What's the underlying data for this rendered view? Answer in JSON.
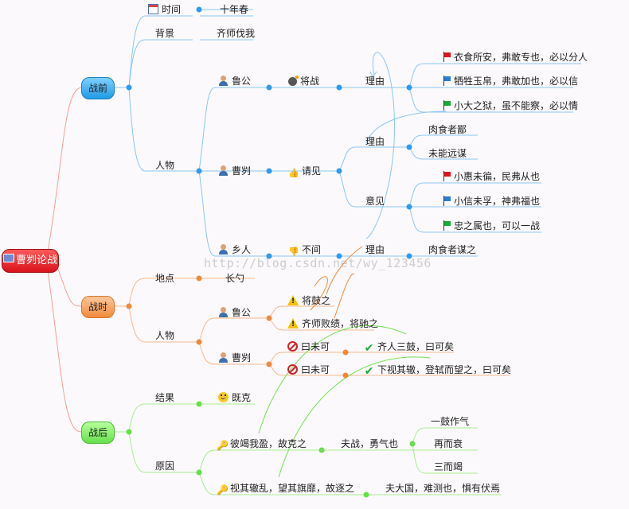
{
  "root": "曹刿论战",
  "branches": {
    "before": "战前",
    "during": "战时",
    "after": "战后"
  },
  "before": {
    "time_label": "时间",
    "time_value": "十年春",
    "background_label": "背景",
    "background_value": "齐师伐我",
    "people_label": "人物",
    "lugong": "鲁公",
    "lugong_action": "将战",
    "reason": "理由",
    "reason_items": [
      "衣食所安，弗敢专也，必以分人",
      "牺牲玉帛，弗敢加也，必以信",
      "小大之狱，虽不能察，必以情"
    ],
    "caogui": "曹刿",
    "caogui_action": "请见",
    "caogui_reason_items": [
      "肉食者鄙",
      "未能远谋"
    ],
    "opinion": "意见",
    "opinion_items": [
      "小惠未徧，民弗从也",
      "小信未孚，神弗福也",
      "忠之属也，可以一战"
    ],
    "villager": "乡人",
    "villager_action": "不间",
    "villager_reason_item": "肉食者谋之"
  },
  "during": {
    "place_label": "地点",
    "place_value": "长勺",
    "people_label": "人物",
    "lugong": "鲁公",
    "lugong_items": [
      "将鼓之",
      "齐师败绩，将驰之"
    ],
    "caogui": "曹刿",
    "caogui_items": [
      "曰未可",
      "曰未可"
    ],
    "caogui_results": [
      "齐人三鼓，曰可矣",
      "下视其辙，登轼而望之，曰可矣"
    ]
  },
  "after": {
    "result_label": "结果",
    "result_value": "既克",
    "cause_label": "原因",
    "cause1": "彼竭我盈，故克之",
    "cause1_detail": "夫战，勇气也",
    "cause1_items": [
      "一鼓作气",
      "再而衰",
      "三而竭"
    ],
    "cause2": "视其辙乱，望其旗靡，故逐之",
    "cause2_detail": "夫大国，难测也，惧有伏焉"
  },
  "watermark": "http://blog.csdn.net/wy_123456",
  "colors": {
    "root": "#e0141c",
    "before": "#2e9bf0",
    "during": "#f08a3c",
    "after": "#66e04a",
    "root_links": "#f3a09a"
  }
}
